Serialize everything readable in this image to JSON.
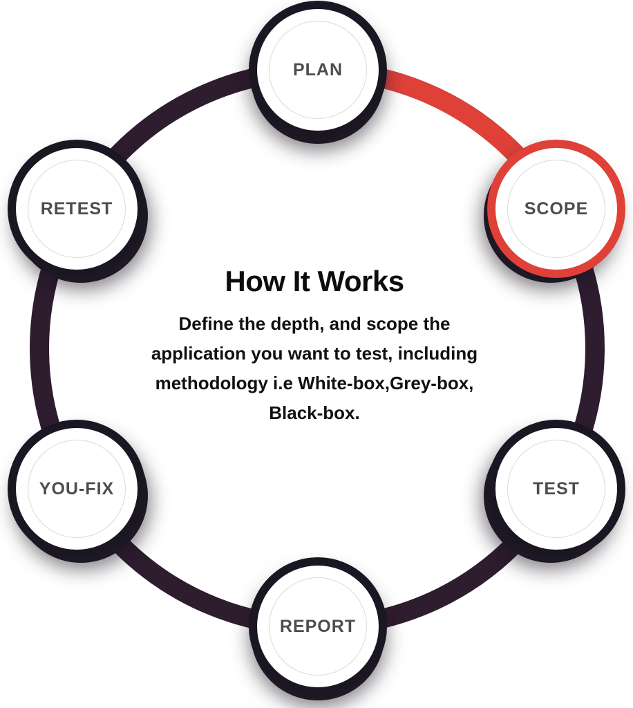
{
  "diagram": {
    "title": "How It Works",
    "description": "Define the depth, and scope the\napplication you want to test, including\nmethodology i.e White-box,Grey-box,\nBlack-box.",
    "active_step": "SCOPE",
    "steps": [
      {
        "label": "PLAN",
        "active": false
      },
      {
        "label": "SCOPE",
        "active": true
      },
      {
        "label": "TEST",
        "active": false
      },
      {
        "label": "REPORT",
        "active": false
      },
      {
        "label": "YOU-FIX",
        "active": false
      },
      {
        "label": "RETEST",
        "active": false
      }
    ],
    "colors": {
      "accent_red": "#df4139",
      "node_ring_dark": "#1a1723",
      "connector_arc_purple": "#2e1c2f",
      "node_label_gray": "#4d4d4d",
      "inner_ring_gray": "#d9d9d9",
      "text_dark": "#0d0d0d",
      "background": "#ffffff"
    }
  }
}
